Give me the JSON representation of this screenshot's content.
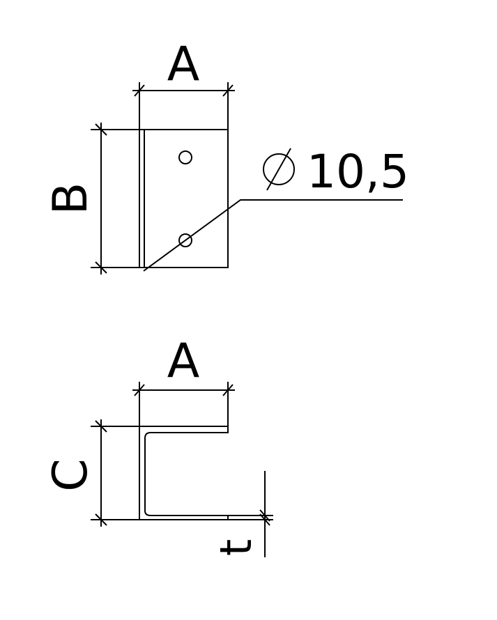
{
  "top_view": {
    "width_label": "A",
    "height_label": "B",
    "hole_label": "10,5"
  },
  "side_view": {
    "width_label": "A",
    "height_label": "C",
    "thickness_label": "t"
  }
}
